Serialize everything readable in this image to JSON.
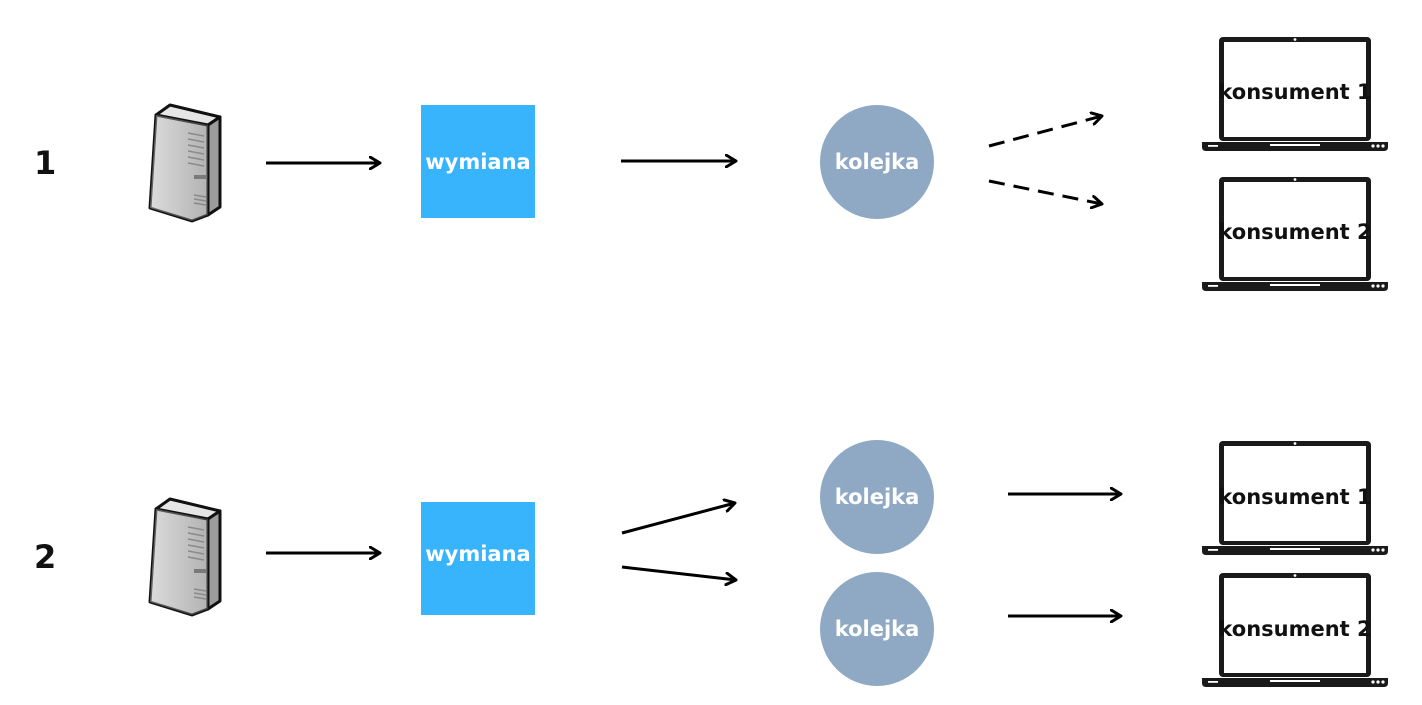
{
  "diagram1": {
    "number": "1",
    "exchange_label": "wymiana",
    "queue_label": "kolejka",
    "consumers": [
      "konsument 1",
      "konsument 2"
    ]
  },
  "diagram2": {
    "number": "2",
    "exchange_label": "wymiana",
    "queues": [
      "kolejka",
      "kolejka"
    ],
    "consumers": [
      "konsument 1",
      "konsument 2"
    ]
  },
  "colors": {
    "exchange": "#38b4fc",
    "queue": "#8fa9c5",
    "arrow": "#000000"
  },
  "icons": {
    "producer": "server-tower-icon",
    "consumer": "laptop-icon"
  }
}
